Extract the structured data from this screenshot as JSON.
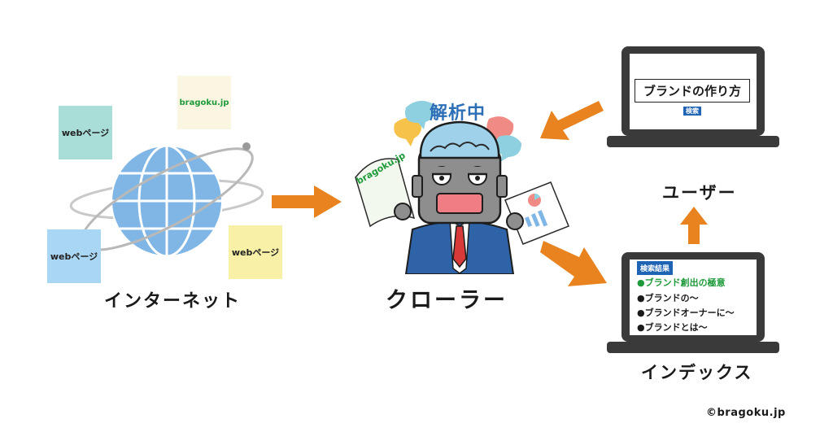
{
  "labels": {
    "internet": "インターネット",
    "crawler": "クローラー",
    "user": "ユーザー",
    "index": "インデックス",
    "copyright": "©bragoku.jp"
  },
  "notes": {
    "webpage_1": "webページ",
    "webpage_2": "webページ",
    "webpage_3": "webページ",
    "site": "bragoku.jp"
  },
  "crawler": {
    "status": "解析中",
    "paper_text": "bragoku.jp"
  },
  "search_laptop": {
    "query": "ブランドの作り方",
    "button": "検索"
  },
  "results_laptop": {
    "header": "検索結果",
    "items": [
      "●ブランド創出の極意",
      "●ブランドの〜",
      "●ブランドオーナーに〜",
      "●ブランドとは〜"
    ]
  },
  "colors": {
    "arrow": "#e8831f",
    "globe": "#7fb6e6",
    "note_teal": "#a8ddd8",
    "note_blue": "#a9d6f2",
    "note_yellow": "#f8f0a6",
    "note_cream": "#faf6e2",
    "result_highlight": "#1f9a3a",
    "button_blue": "#1f64b4"
  }
}
